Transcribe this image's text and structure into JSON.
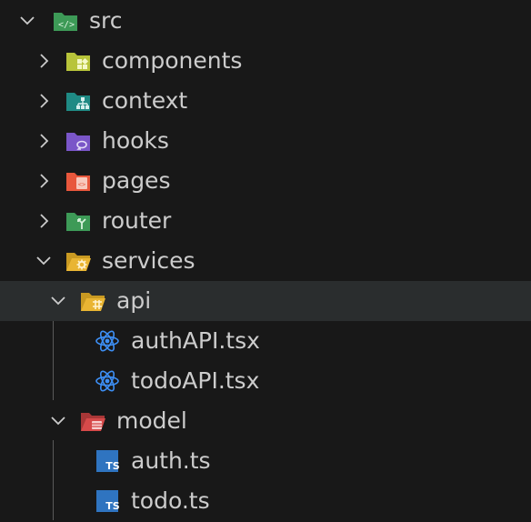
{
  "tree": {
    "src": {
      "label": "src",
      "icon": "folder-src-icon",
      "expanded": true
    },
    "folders": [
      {
        "label": "components",
        "icon": "folder-components-icon",
        "expanded": false
      },
      {
        "label": "context",
        "icon": "folder-context-icon",
        "expanded": false
      },
      {
        "label": "hooks",
        "icon": "folder-hooks-icon",
        "expanded": false
      },
      {
        "label": "pages",
        "icon": "folder-pages-icon",
        "expanded": false
      },
      {
        "label": "router",
        "icon": "folder-router-icon",
        "expanded": false
      },
      {
        "label": "services",
        "icon": "folder-services-icon",
        "expanded": true
      }
    ],
    "api": {
      "label": "api",
      "icon": "folder-api-icon",
      "expanded": true,
      "selected": true
    },
    "api_files": [
      {
        "label": "authAPI.tsx",
        "icon": "react-icon"
      },
      {
        "label": "todoAPI.tsx",
        "icon": "react-icon"
      }
    ],
    "model": {
      "label": "model",
      "icon": "folder-model-icon",
      "expanded": true
    },
    "model_files": [
      {
        "label": "auth.ts",
        "icon": "typescript-icon",
        "badge": "TS"
      },
      {
        "label": "todo.ts",
        "icon": "typescript-icon",
        "badge": "TS"
      }
    ]
  },
  "colors": {
    "background": "#181818",
    "selected_row": "#2a2d2e",
    "text": "#cccccc",
    "guide": "#5a5a5a",
    "react": "#3d8ff5",
    "typescript": "#2f74c0",
    "folder_src": "#3d9a57",
    "folder_components": "#b8c43a",
    "folder_context": "#1f8a84",
    "folder_hooks": "#7a56c8",
    "folder_pages": "#e8573c",
    "folder_router": "#3d9a57",
    "folder_services": "#e9b533",
    "folder_api": "#e9b533",
    "folder_model": "#d64a4a"
  }
}
